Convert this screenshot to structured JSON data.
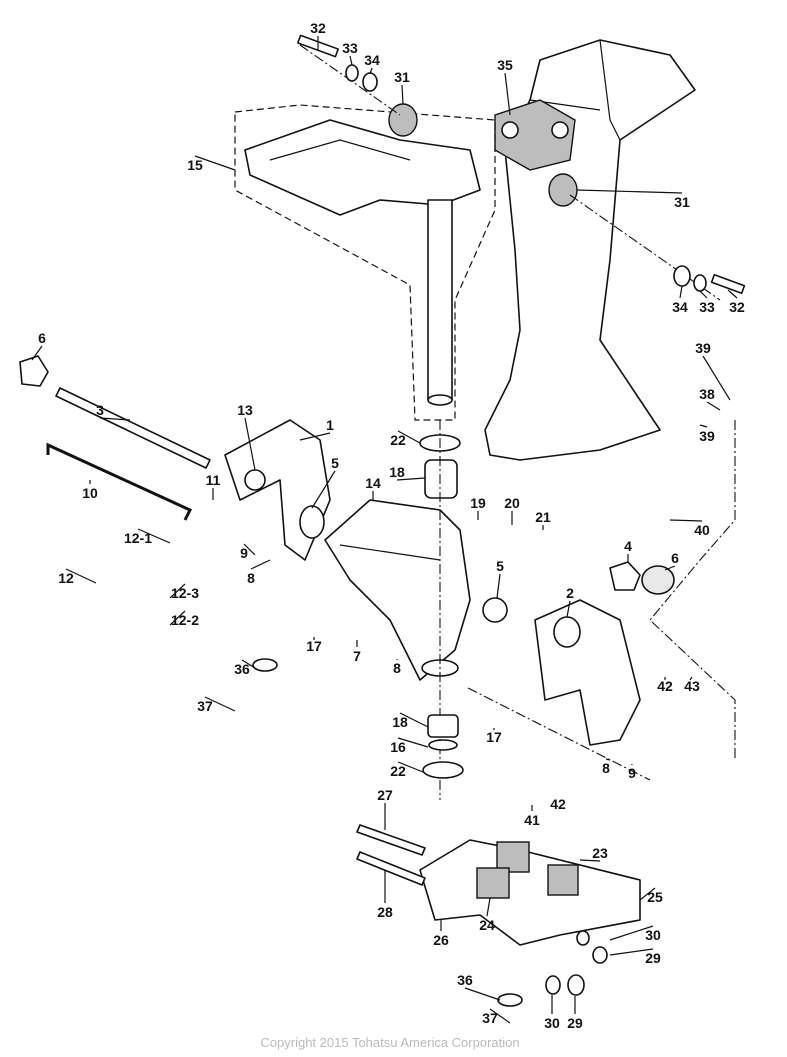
{
  "diagram": {
    "callouts": [
      "32",
      "33",
      "34",
      "31",
      "35",
      "15",
      "31",
      "34",
      "33",
      "32",
      "6",
      "39",
      "38",
      "39",
      "3",
      "13",
      "1",
      "5",
      "22",
      "18",
      "14",
      "10",
      "11",
      "19",
      "20",
      "21",
      "40",
      "12-1",
      "9",
      "12",
      "8",
      "12-3",
      "12-2",
      "4",
      "6",
      "5",
      "2",
      "17",
      "7",
      "8",
      "36",
      "42",
      "43",
      "37",
      "18",
      "17",
      "16",
      "22",
      "8",
      "9",
      "41",
      "42",
      "27",
      "23",
      "28",
      "25",
      "26",
      "24",
      "30",
      "29",
      "36",
      "30",
      "29",
      "37"
    ],
    "copyright": "Copyright 2015 Tohatsu America Corporation"
  }
}
